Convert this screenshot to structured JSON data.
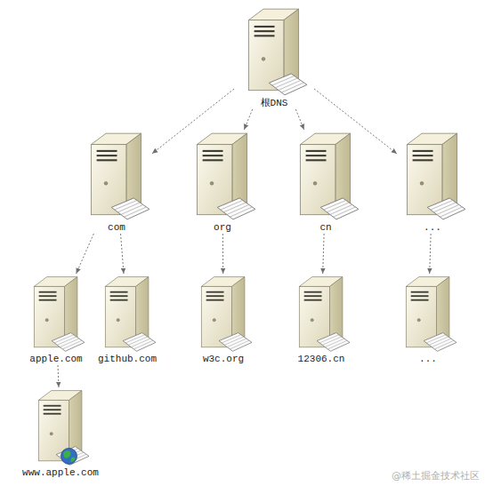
{
  "diagram": {
    "nodes": [
      {
        "text": [
          "根DNS"
        ]
      },
      {
        "text": [
          "com"
        ]
      },
      {
        "text": [
          "org"
        ]
      },
      {
        "text": [
          "cn"
        ]
      },
      {
        "text": [
          "..."
        ]
      },
      {
        "text": [
          "apple.com"
        ]
      },
      {
        "text": [
          "github.com"
        ]
      },
      {
        "text": [
          "w3c.org"
        ]
      },
      {
        "text": [
          "12306.cn"
        ]
      },
      {
        "text": [
          "..."
        ]
      },
      {
        "text": [
          "www.apple.com"
        ]
      }
    ],
    "edges": [
      {
        "from": 0,
        "to": 1,
        "arrow": "to"
      },
      {
        "from": 0,
        "to": 2,
        "arrow": "to"
      },
      {
        "from": 0,
        "to": 3,
        "arrow": "to"
      },
      {
        "from": 0,
        "to": 4,
        "arrow": "to"
      },
      {
        "from": 1,
        "to": 5,
        "arrow": "to"
      },
      {
        "from": 1,
        "to": 6,
        "arrow": "to"
      },
      {
        "from": 2,
        "to": 7,
        "arrow": "to"
      },
      {
        "from": 3,
        "to": 8,
        "arrow": "to"
      },
      {
        "from": 4,
        "to": 9,
        "arrow": "to"
      },
      {
        "from": 5,
        "to": 10,
        "arrow": "to"
      }
    ],
    "labels": [
      "@稀土掘金技术社区"
    ]
  }
}
